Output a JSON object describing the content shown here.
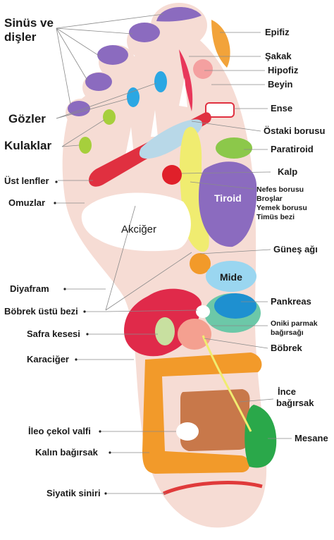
{
  "labels": {
    "sinus_1": "Sinüs ve",
    "sinus_2": "dişler",
    "gozler": "Gözler",
    "kulaklar": "Kulaklar",
    "ust_lenfler": "Üst lenfler",
    "omuzlar": "Omuzlar",
    "diyafram": "Diyafram",
    "bobrek_ustu": "Böbrek üstü bezi",
    "safra": "Safra kesesi",
    "karaciger": "Karaciğer",
    "ileo": "İleo çekol valfi",
    "kalin": "Kalın bağırsak",
    "siyatik": "Siyatik siniri",
    "epifiz": "Epifiz",
    "sakak": "Şakak",
    "hipofiz": "Hipofiz",
    "beyin": "Beyin",
    "ense": "Ense",
    "ostaki": "Östaki borusu",
    "paratiroid": "Paratiroid",
    "kalp": "Kalp",
    "nefes": "Nefes borusu",
    "broslar": "Broşlar",
    "yemek": "Yemek borusu",
    "timus": "Timüs bezi",
    "gunes": "Güneş ağı",
    "pankreas": "Pankreas",
    "oniki_1": "Oniki parmak",
    "oniki_2": "bağırsağı",
    "bobrek": "Böbrek",
    "ince_1": "İnce",
    "ince_2": "bağırsak",
    "mesane": "Mesane",
    "akciger_zone": "Akciğer",
    "tiroid_zone": "Tiroid",
    "mide_zone": "Mide"
  },
  "colors": {
    "skin": "#f6dcd4",
    "sinus": "#8b6bbf",
    "epifiz": "#f2a33a",
    "sakak": "#e8375a",
    "hipofiz": "#f4a0a0",
    "eye": "#2ba7e3",
    "ear": "#a6cf3c",
    "lung_band": "#e03040",
    "lung_pale": "#b8d8e8",
    "paratiroid": "#8cc84a",
    "heart": "#e0202a",
    "esophagus": "#f0ec70",
    "tiroid": "#8b6bbf",
    "gunes": "#f29a2a",
    "mide": "#9ad6f0",
    "pankreas": "#1e90d0",
    "duodenum": "#6cc8a8",
    "kidney": "#f4a090",
    "liver": "#e02a4a",
    "colon": "#f29a2a",
    "small_int": "#c8784a",
    "bladder": "#2aa84a",
    "siyatik": "#e03a3a"
  }
}
